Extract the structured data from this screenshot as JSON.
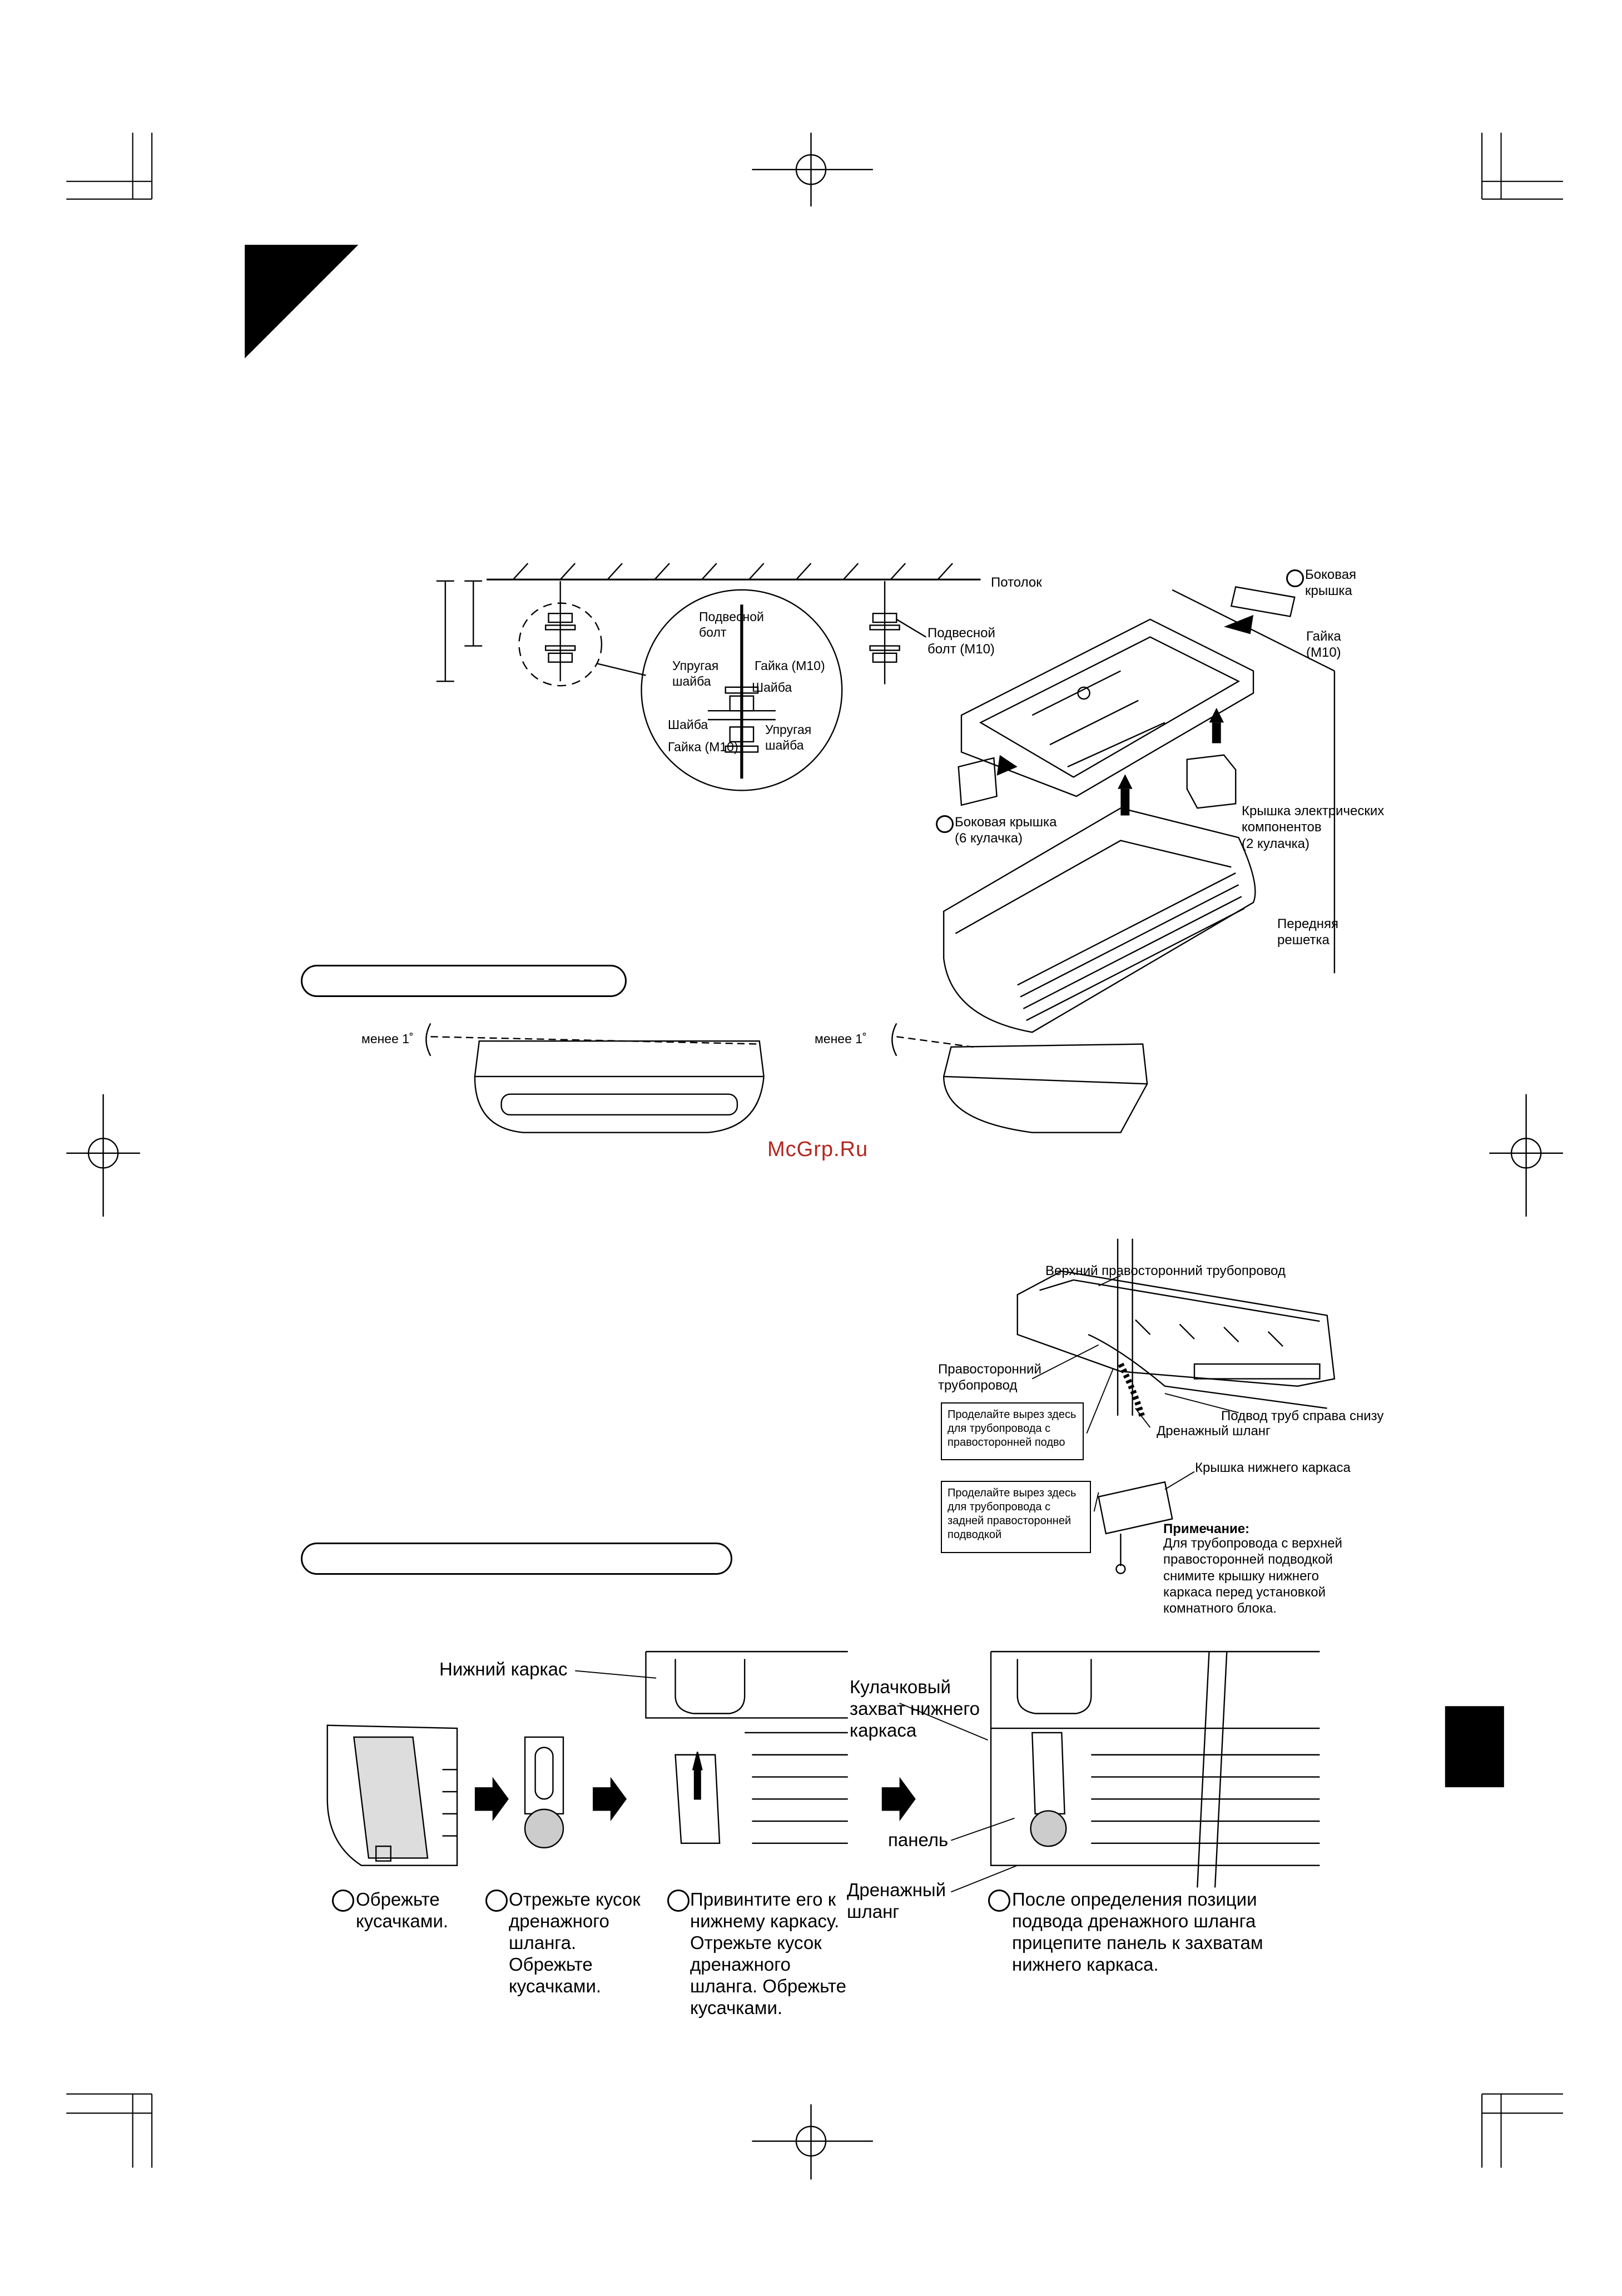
{
  "watermark": "McGrp.Ru",
  "fig_hanging": {
    "ceiling": "Потолок",
    "hanging_bolt_right": "Подвесной\nболт (M10)",
    "detail_hanging_bolt": "Подвесной\nболт",
    "detail_spring_washer_upper": "Упругая\nшайба",
    "detail_nut_upper": "Гайка (M10)",
    "detail_washer_upper": "Шайба",
    "detail_washer_lower": "Шайба",
    "detail_spring_washer_lower": "Упругая\nшайба",
    "detail_nut_lower": "Гайка (M10)"
  },
  "fig_unit": {
    "side_cover_top": "Боковая\nкрышка",
    "nut": "Гайка\n(M10)",
    "electrical_cover": "Крышка электрических\nкомпонентов\n(2 кулачка)",
    "side_cover_bottom": "Боковая крышка\n(6 кулачка)",
    "front_grille": "Передняя\nрешетка"
  },
  "fig_level": {
    "less_than_left": "менее 1˚",
    "less_than_right": "менее 1˚"
  },
  "fig_piping": {
    "upper_right_piping": "Верхний правосторонний трубопровод",
    "right_piping": "Правосторонний\nтрубопровод",
    "cut_here_right": "Проделайте вырез здесь\nдля  трубопровода с\nправосторонней подво",
    "bottom_right_piping": "Подвод труб справа снизу",
    "drain_hose": "Дренажный шланг",
    "lower_frame_cover": "Крышка нижнего каркаса",
    "cut_here_rear": "Проделайте вырез здесь\nдля трубопровода с\nзадней правосторонней\nподводкой",
    "note_title": "Примечание:",
    "note_text": "Для трубопровода с верхней\nправосторонней подводкой\nснимите крышку нижнего\nкаркаса перед установкой\nкомнатного блока."
  },
  "fig_drain": {
    "lower_frame": "Нижний каркас",
    "lower_frame_hook": "Кулачковый\nзахват нижнего\nкаркаса",
    "panel": "панель",
    "drain_hose": "Дренажный\nшланг",
    "step1": "Обрежьте\nкусачками.",
    "step2": "Отрежьте кусок\nдренажного\nшланга.\nОбрежьте\nкусачками.",
    "step3": "Привинтите его к\nнижнему каркасу.\nОтрежьте кусок\nдренажного\nшланга. Обрежьте\nкусачками.",
    "step4": "После определения позиции\nподвода дренажного шланга\nприцепите панель к захватам\nнижнего каркаса."
  }
}
